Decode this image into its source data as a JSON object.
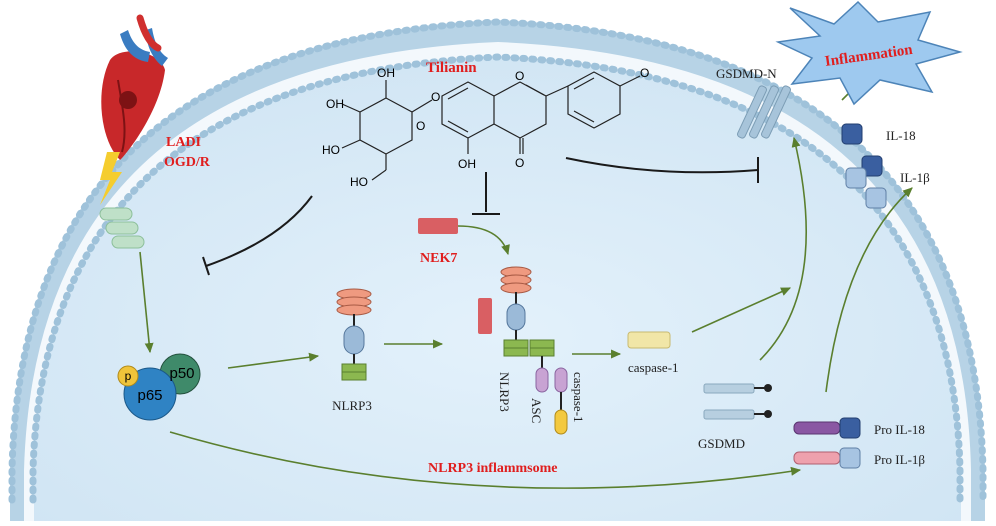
{
  "labels": {
    "tilianin": "Tilianin",
    "ladi": "LADI",
    "ogdr": "OGD/R",
    "nek7": "NEK7",
    "nlrp3": "NLRP3",
    "nlrp3_vertical": "NLRP3",
    "asc": "ASC",
    "caspase1_vertical": "caspase-1",
    "caspase1": "caspase-1",
    "inflammasome": "NLRP3 inflammsome",
    "gsdmd": "GSDMD",
    "gsdmdn": "GSDMD-N",
    "inflammation": "Inflammation",
    "il18": "IL-18",
    "il1b": "IL-1β",
    "pro_il18": "Pro IL-18",
    "pro_il1b": "Pro IL-1β",
    "p": "p",
    "p65": "p65",
    "p50": "p50"
  },
  "molecule": {
    "oh1": "OH",
    "oh2": "OH",
    "oh3": "HO",
    "oh4": "HO",
    "oh5": "OH",
    "o_glyc": "O",
    "o_ring": "O",
    "o_keto": "O",
    "o_meth": "O",
    "o_chrom": "O"
  },
  "colors": {
    "cell_fill": "#dcedf8",
    "membrane_head": "#aacbe0",
    "inhibit": "#1a1a1a",
    "activate": "#5a7f2e",
    "title_red": "#e01e1e",
    "nlrp3_pyd": "#ef9a80",
    "nlrp3_nacht": "#9bbad8",
    "nlrp3_lrr": "#8cb850",
    "nek7": "#d95f63",
    "asc": "#c8a3d3",
    "caspase": "#f3c93f",
    "caspase1_active": "#f1e6a7",
    "il18": "#3a5fa0",
    "il1b": "#a7c4e2",
    "pro_il18": "#8a57a3",
    "pro_il1b": "#eea1ad",
    "p65": "#2f83c4",
    "p50": "#3f8a6a",
    "p_dot": "#f0c43a",
    "burst": "#9ec9ef"
  },
  "icons": [
    "heart-icon",
    "lightning-icon",
    "receptor-icon",
    "gsdmd-pore-icon",
    "inflammation-burst-icon"
  ]
}
